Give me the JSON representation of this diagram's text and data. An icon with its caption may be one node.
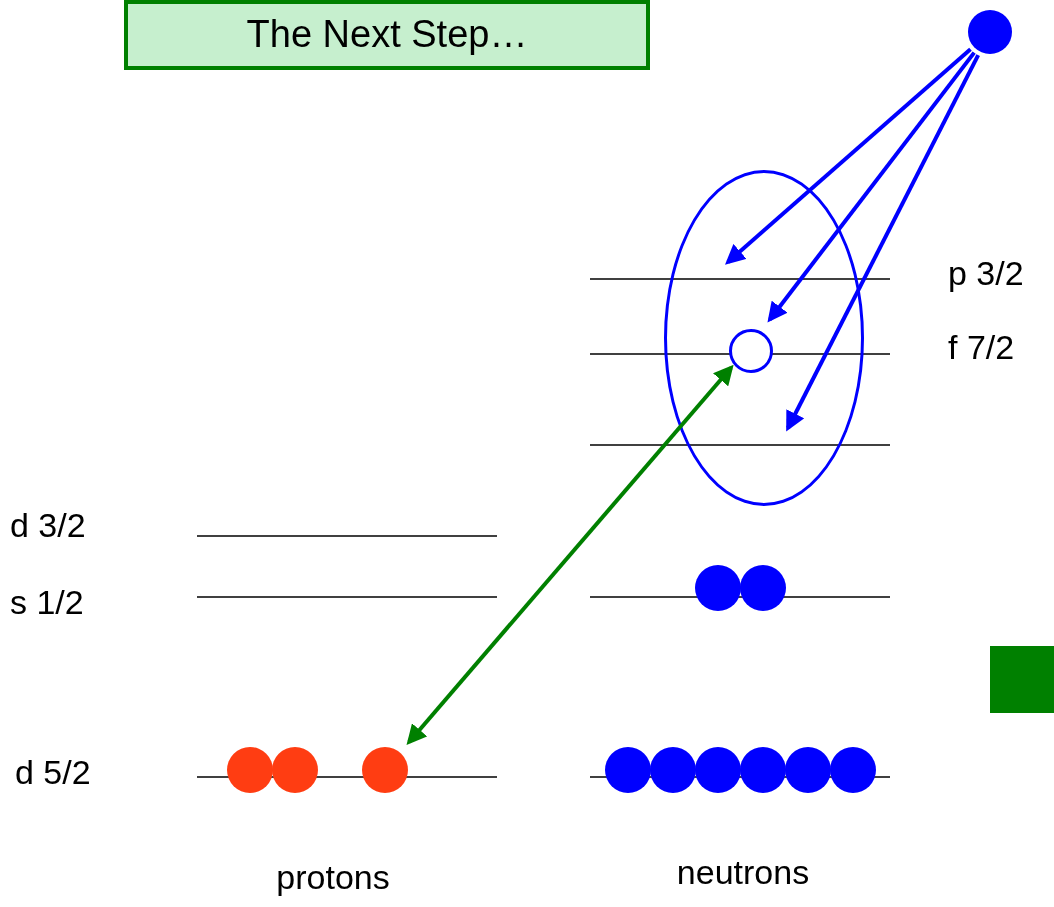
{
  "diagram": {
    "nodes": [
      {
        "text": [
          "The Next Step…"
        ]
      },
      {
        "text": [],
        "shape": "circle"
      },
      {
        "text": [],
        "shape": "ellipse"
      },
      {
        "text": [],
        "shape": "circle",
        "in": 2
      },
      {
        "text": [],
        "shape": "circle"
      },
      {
        "text": [],
        "shape": "circle"
      },
      {
        "text": [],
        "shape": "circle"
      },
      {
        "text": [],
        "shape": "circle"
      },
      {
        "text": [],
        "shape": "circle"
      },
      {
        "text": [],
        "shape": "circle"
      },
      {
        "text": [],
        "shape": "circle"
      },
      {
        "text": [],
        "shape": "circle"
      },
      {
        "text": [],
        "shape": "circle"
      },
      {
        "text": [],
        "shape": "circle"
      },
      {
        "text": [],
        "shape": "circle"
      }
    ],
    "edges": [
      {
        "from": 1,
        "to": null,
        "arrow": "to"
      },
      {
        "from": 1,
        "to": 3,
        "arrow": "to"
      },
      {
        "from": 1,
        "to": null,
        "arrow": "to"
      },
      {
        "from": 3,
        "to": 8,
        "arrow": "both",
        "color": "#008000"
      }
    ],
    "labels": [
      "p 3/2",
      "f 7/2",
      "d 3/2",
      "s 1/2",
      "d 5/2",
      "protons",
      "neutrons"
    ]
  }
}
